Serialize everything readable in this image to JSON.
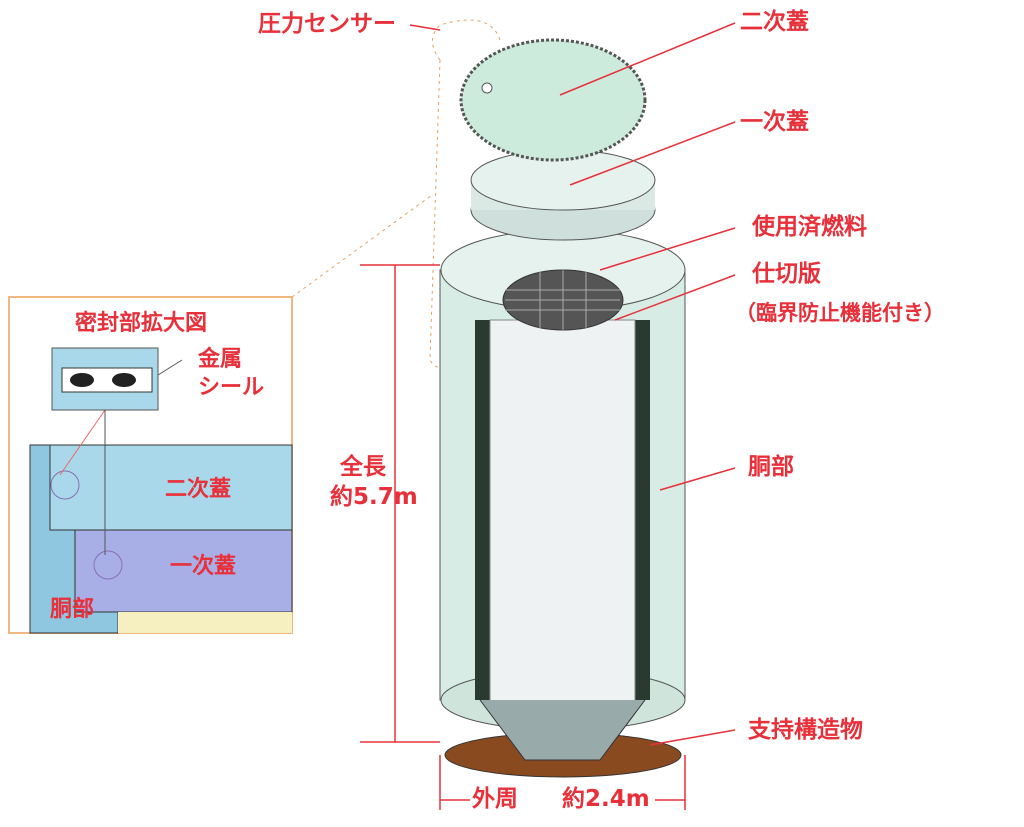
{
  "labels": {
    "pressure_sensor": "圧力センサー",
    "secondary_lid": "二次蓋",
    "primary_lid": "一次蓋",
    "spent_fuel": "使用済燃料",
    "partition": "仕切版",
    "partition_note": "（臨界防止機能付き）",
    "body": "胴部",
    "support": "支持構造物",
    "length_title": "全長",
    "length_value": "約5.7m",
    "circumference_title": "外周",
    "circumference_value": "約2.4m"
  },
  "inset": {
    "title": "密封部拡大図",
    "metal_seal_1": "金属",
    "metal_seal_2": "シール",
    "secondary_lid": "二次蓋",
    "primary_lid": "一次蓋",
    "body": "胴部"
  },
  "colors": {
    "label": "#e8303a",
    "lid": "#d6ece4",
    "inset_secondary": "#a9d8ea",
    "inset_primary": "#a8aee6"
  }
}
